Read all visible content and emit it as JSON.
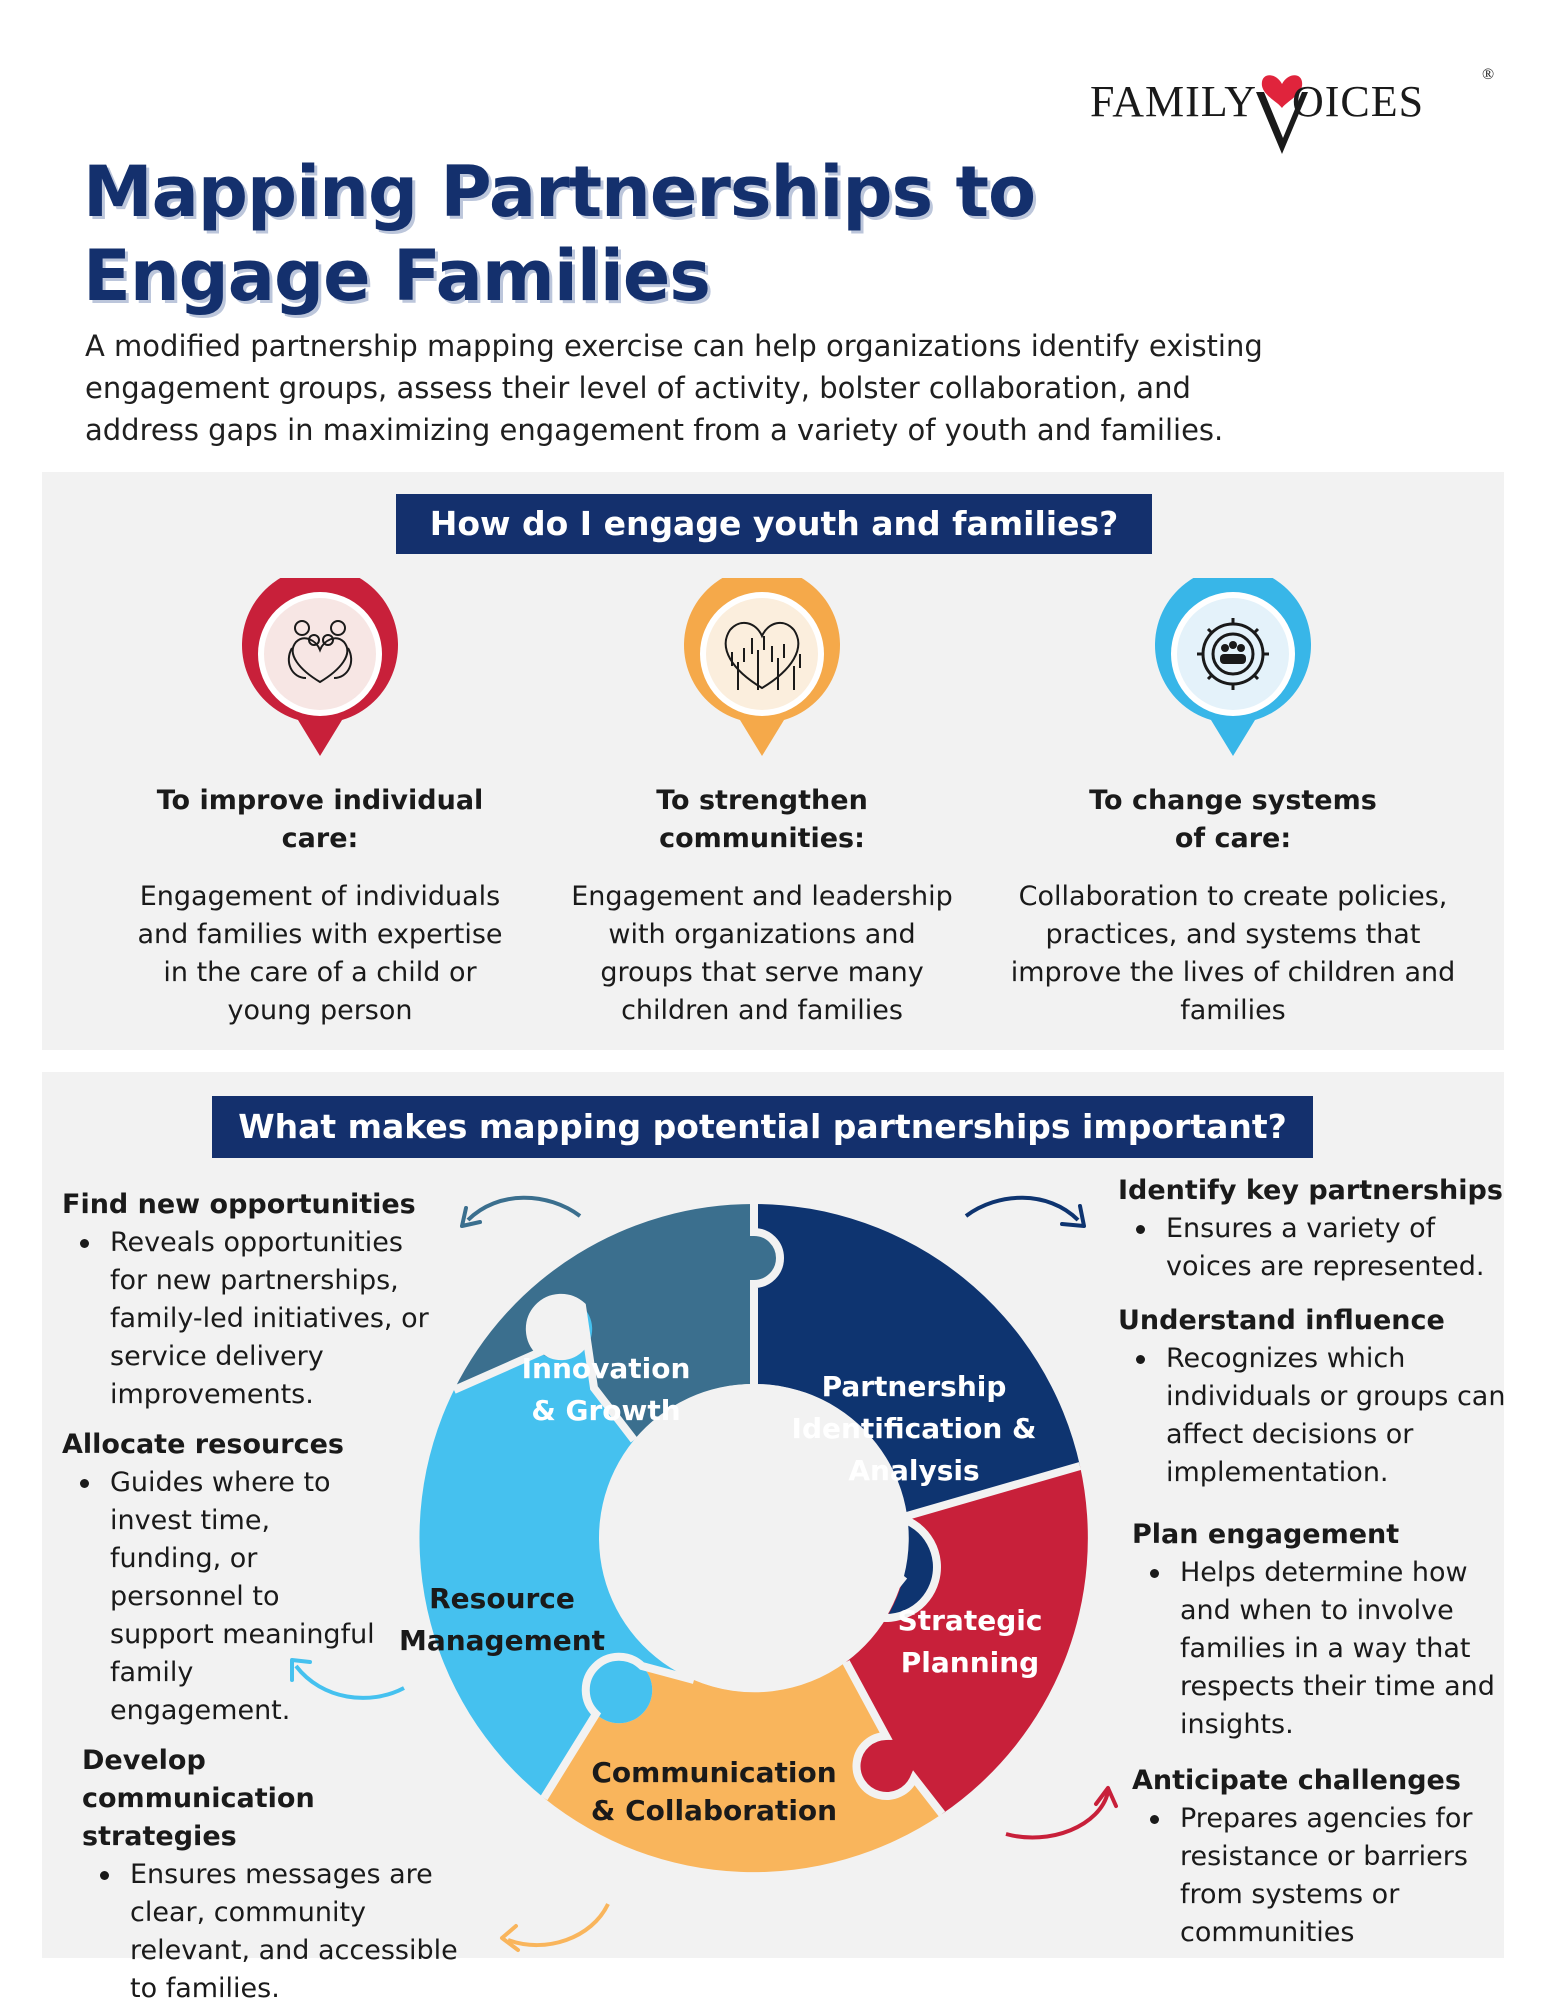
{
  "logo": {
    "word1": "FAMILY",
    "word2": "OICES",
    "registered": "®"
  },
  "header": {
    "title_line1": "Mapping Partnerships to",
    "title_line2": "Engage Families",
    "intro": "A modified partnership mapping exercise can help organizations identify existing engagement groups, assess their level of activity, bolster collaboration, and address gaps in maximizing engagement from a variety of youth and families."
  },
  "section1": {
    "banner": "How do I engage youth and families?",
    "columns": [
      {
        "heading_line1": "To improve individual",
        "heading_line2": "care:",
        "text": "Engagement of individuals and families with expertise in the care of a child or young person",
        "icon": "family-heart-icon",
        "color": "#c8203a"
      },
      {
        "heading_line1": "To strengthen",
        "heading_line2": "communities:",
        "text": "Engagement and leadership with organizations and groups that serve many children and families",
        "icon": "raised-hands-icon",
        "color": "#f5a94a"
      },
      {
        "heading_line1": "To change systems",
        "heading_line2": "of care:",
        "text": "Collaboration to create policies, practices, and systems that improve the lives of children and families",
        "icon": "gear-people-icon",
        "color": "#38b6e8"
      }
    ]
  },
  "section2": {
    "banner": "What makes mapping potential partnerships important?",
    "pieces": {
      "innovation": {
        "line1": "Innovation",
        "line2": "& Growth",
        "color": "#3b6f8e"
      },
      "partnership": {
        "line1": "Partnership",
        "line2": "Identification &",
        "line3": "Analysis",
        "color": "#0e3470"
      },
      "strategic": {
        "line1": "Strategic",
        "line2": "Planning",
        "color": "#c8203a"
      },
      "communication": {
        "line1": "Communication",
        "line2": "& Collaboration",
        "color": "#f9b55c"
      },
      "resource": {
        "line1": "Resource",
        "line2": "Management",
        "color": "#45c1ef"
      }
    },
    "left": [
      {
        "heading": "Find new opportunities",
        "bullet": "Reveals opportunities for new partnerships, family-led initiatives, or service delivery improvements."
      },
      {
        "heading": "Allocate resources",
        "bullet": "Guides where to invest time, funding, or personnel to support meaningful family engagement."
      },
      {
        "heading": "Develop communication strategies",
        "bullet": "Ensures messages are clear, community relevant, and accessible to families."
      }
    ],
    "right": [
      {
        "heading": "Identify key partnerships",
        "bullet": "Ensures a variety of voices are represented."
      },
      {
        "heading": "Understand influence",
        "bullet": "Recognizes which individuals or groups can affect decisions or implementation."
      },
      {
        "heading": "Plan engagement",
        "bullet": "Helps determine how and when to involve families in a way that respects their time and insights."
      },
      {
        "heading": "Anticipate challenges",
        "bullet": "Prepares agencies for resistance or barriers from systems or communities"
      }
    ]
  }
}
